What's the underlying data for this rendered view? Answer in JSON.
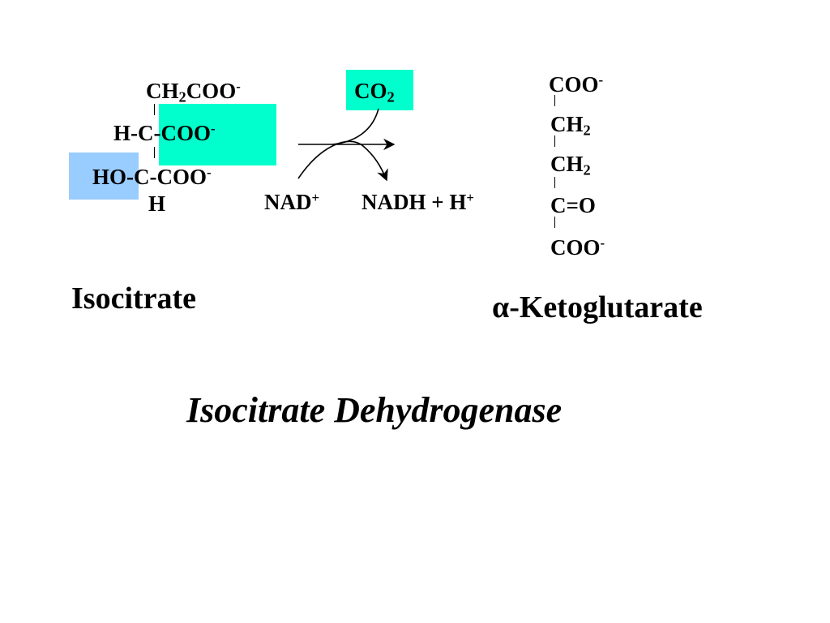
{
  "colors": {
    "co2_highlight": "#00ffcc",
    "coo_highlight": "#00ffcc",
    "ho_highlight": "#99ccff"
  },
  "isocitrate_structure": {
    "ch2coo": {
      "main": "CH",
      "sub": "2",
      "rest": "COO",
      "charge": "-"
    },
    "hccoo": {
      "main": "H-C-COO",
      "charge": "-"
    },
    "hoccoo": {
      "main": "HO-C-COO",
      "charge": "-"
    },
    "h": "H"
  },
  "cofactors": {
    "co2": {
      "main": "CO",
      "sub": "2"
    },
    "nad": {
      "main": "NAD",
      "charge": "+"
    },
    "nadh": {
      "main": "NADH + H",
      "charge": "+"
    }
  },
  "ketoglutarate_structure": {
    "coo_top": {
      "main": "COO",
      "charge": "-"
    },
    "ch2_a": {
      "main": "CH",
      "sub": "2"
    },
    "ch2_b": {
      "main": "CH",
      "sub": "2"
    },
    "co": "C=O",
    "coo_bottom": {
      "main": "COO",
      "charge": "-"
    }
  },
  "labels": {
    "isocitrate": "Isocitrate",
    "ketoglutarate_alpha": "α",
    "ketoglutarate_rest": "-Ketoglutarate",
    "enzyme": "Isocitrate Dehydrogenase"
  }
}
